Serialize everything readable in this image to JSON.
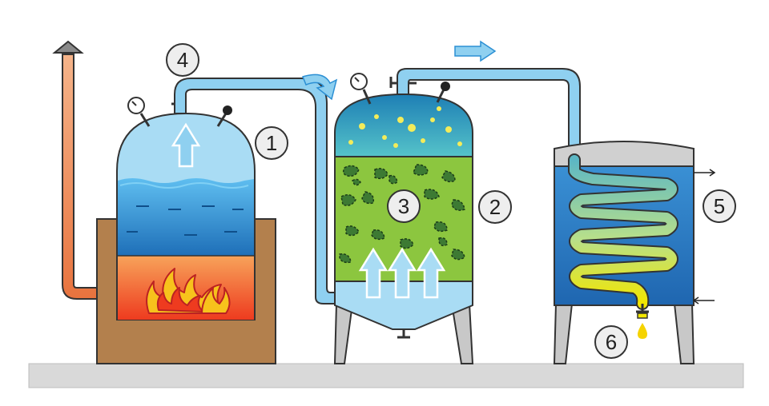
{
  "labels": {
    "boiler": "1",
    "still": "2",
    "plant_material": "3",
    "steam": "4",
    "condenser": "5",
    "outlet": "6"
  },
  "colors": {
    "ground": "#d9d9d9",
    "brick": "#b3804d",
    "fire_chamber": "#f06a2a",
    "boiler_dome": "#a9dcf4",
    "water_light": "#3fa9e6",
    "water_dark": "#1e6fb8",
    "pipe": "#8fd0f0",
    "pipe_dark": "#2b8fd4",
    "flue": "#f08c5a",
    "still_dome": "#3aa9c9",
    "plant_green": "#8cc63f",
    "leaf_dark": "#3d7a33",
    "legs": "#c8c8c8",
    "condenser_tank": "#2f80c8",
    "coil_top": "#6dbfbf",
    "coil_bottom": "#f2e600",
    "drop": "#f5d300",
    "outline": "#333333"
  },
  "icons": [
    "pressure-gauge-icon",
    "valve-icon",
    "safety-valve-icon",
    "flame-icon",
    "arrow-icon",
    "droplet-icon"
  ]
}
